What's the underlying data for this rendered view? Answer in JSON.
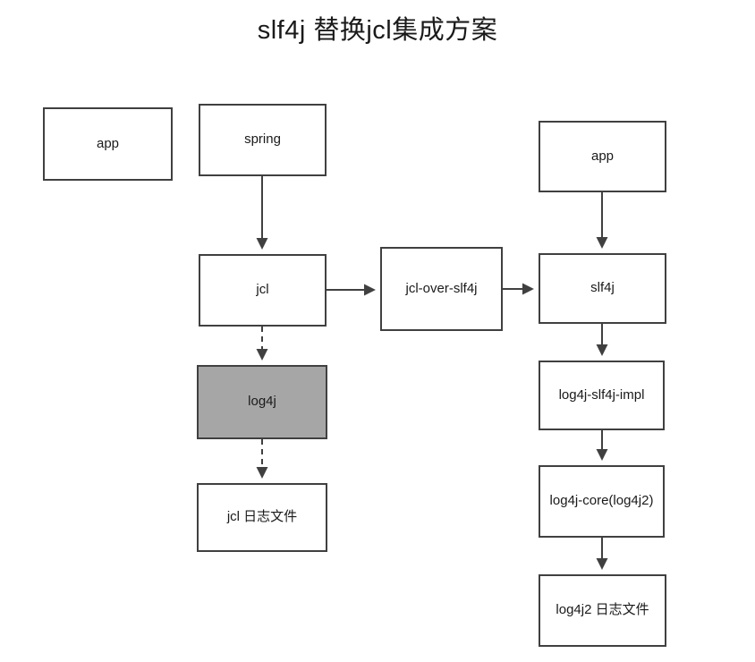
{
  "title": "slf4j 替换jcl集成方案",
  "colors": {
    "node_border": "#404040",
    "node_fill": "#ffffff",
    "highlight_node_fill": "#a6a6a6",
    "arrow": "#404040",
    "text": "#1a1a1a"
  },
  "nodes": {
    "app_left": "app",
    "spring": "spring",
    "app_right": "app",
    "jcl": "jcl",
    "jcl_over_slf4j": "jcl-over-slf4j",
    "slf4j": "slf4j",
    "log4j": "log4j",
    "log4j_slf4j_impl": "log4j-slf4j-impl",
    "jcl_log_file": "jcl 日志文件",
    "log4j_core": "log4j-core(log4j2)",
    "log4j2_log_file": "log4j2 日志文件"
  }
}
